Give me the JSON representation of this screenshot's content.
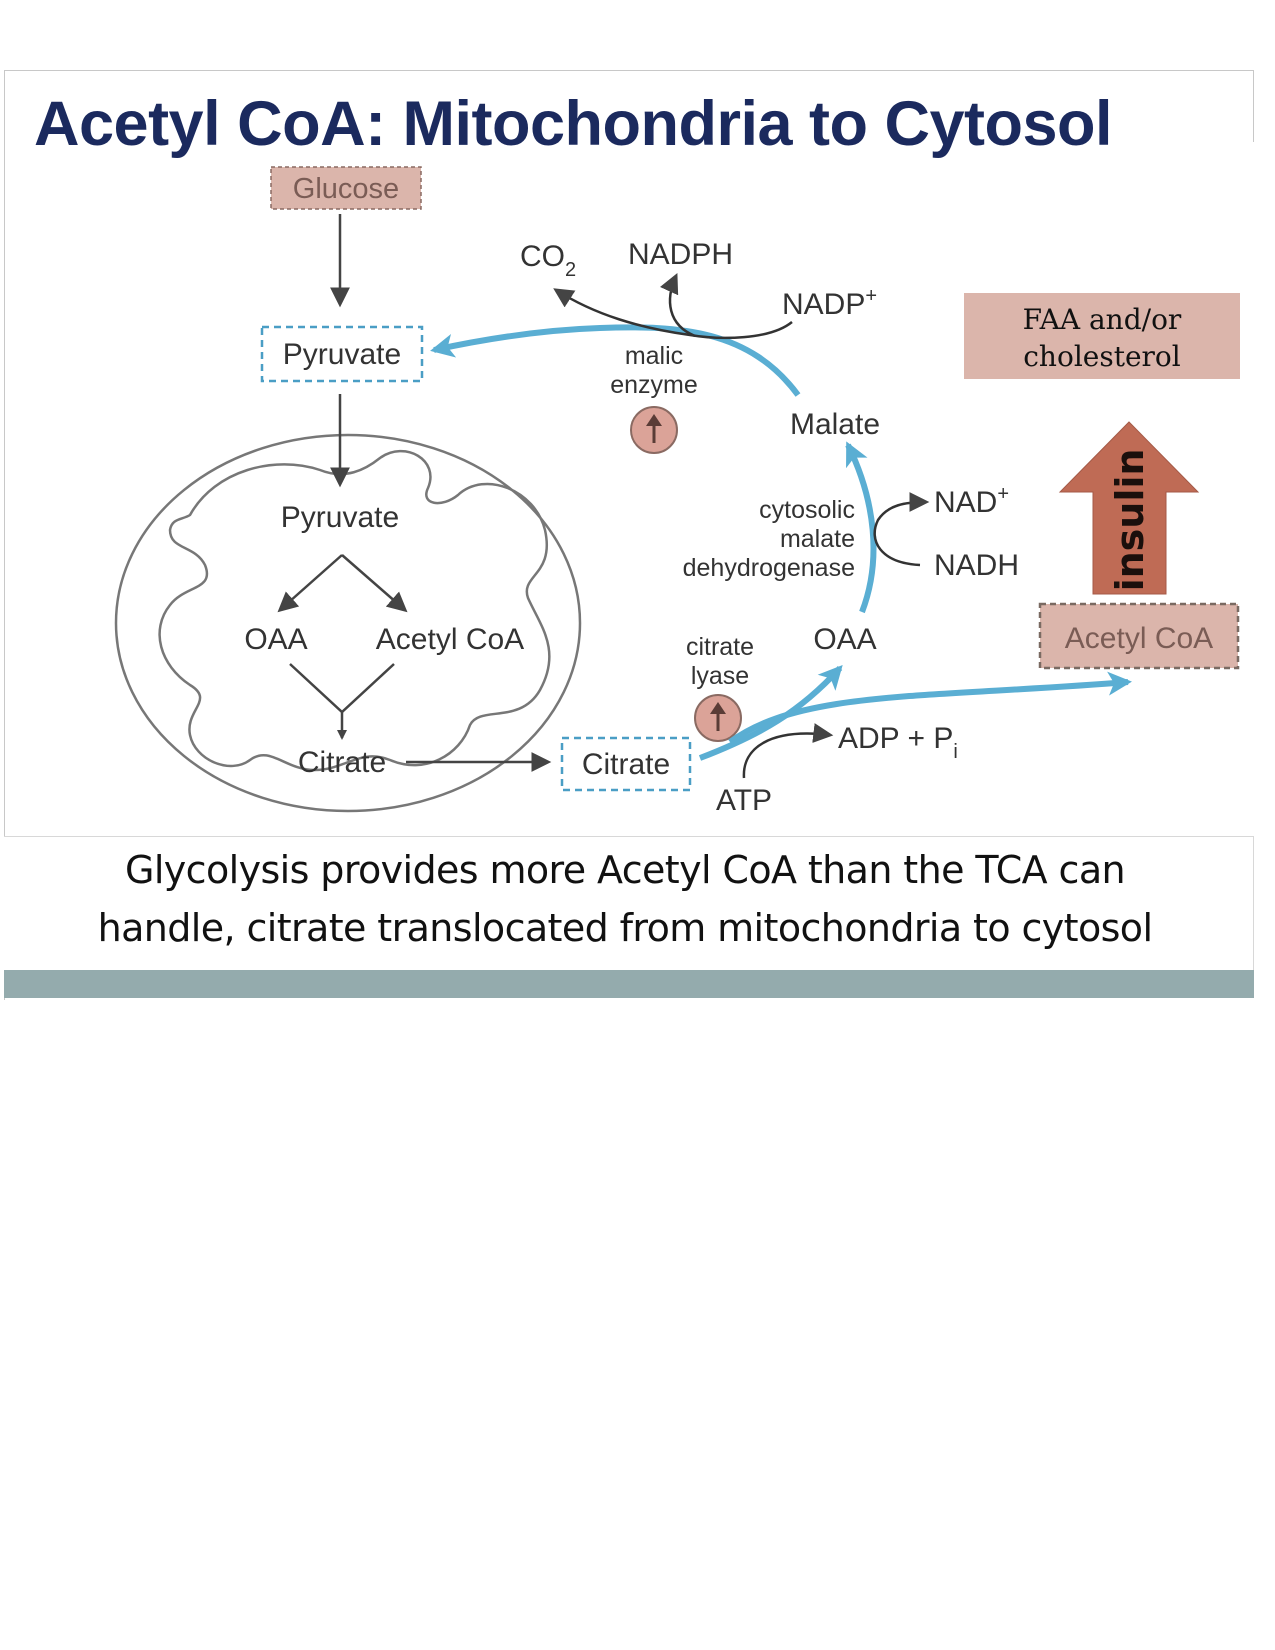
{
  "title": "Acetyl CoA: Mitochondria to Cytosol",
  "diagram": {
    "glucose": "Glucose",
    "pyruvate_cytosol": "Pyruvate",
    "pyruvate_mito": "Pyruvate",
    "oaa_mito": "OAA",
    "acetyl_coa_mito": "Acetyl CoA",
    "citrate_mito": "Citrate",
    "citrate_cytosol": "Citrate",
    "citrate_lyase_line1": "citrate",
    "citrate_lyase_line2": "lyase",
    "oaa_cytosol": "OAA",
    "atp": "ATP",
    "adp_pi_base": "ADP + P",
    "adp_pi_sub": "i",
    "acetyl_coa_cytosol": "Acetyl CoA",
    "cmdh_line1": "cytosolic",
    "cmdh_line2": "malate",
    "cmdh_line3": "dehydrogenase",
    "nad_base": "NAD",
    "nad_sup": "+",
    "nadh": "NADH",
    "malate": "Malate",
    "malic_line1": "malic",
    "malic_line2": "enzyme",
    "co2_base": "CO",
    "co2_sub": "2",
    "nadph": "NADPH",
    "nadp_base": "NADP",
    "nadp_sup": "+",
    "faa_line1": "FAA and/or",
    "faa_line2": "cholesterol",
    "insulin": "insulin",
    "up_indicator_icon": "up-arrow-icon"
  },
  "colors": {
    "title": "#1b2a5e",
    "flow_arrow": "#5aaed3",
    "node_box_fill": "#dbb5ab",
    "insulin_arrow": "#bf6b55",
    "footer_bar": "#94abad",
    "dashed_box": "#4a9ec5"
  },
  "caption": {
    "line1": "Glycolysis provides more Acetyl CoA than the TCA can",
    "line2": "handle, citrate translocated from mitochondria to cytosol"
  }
}
